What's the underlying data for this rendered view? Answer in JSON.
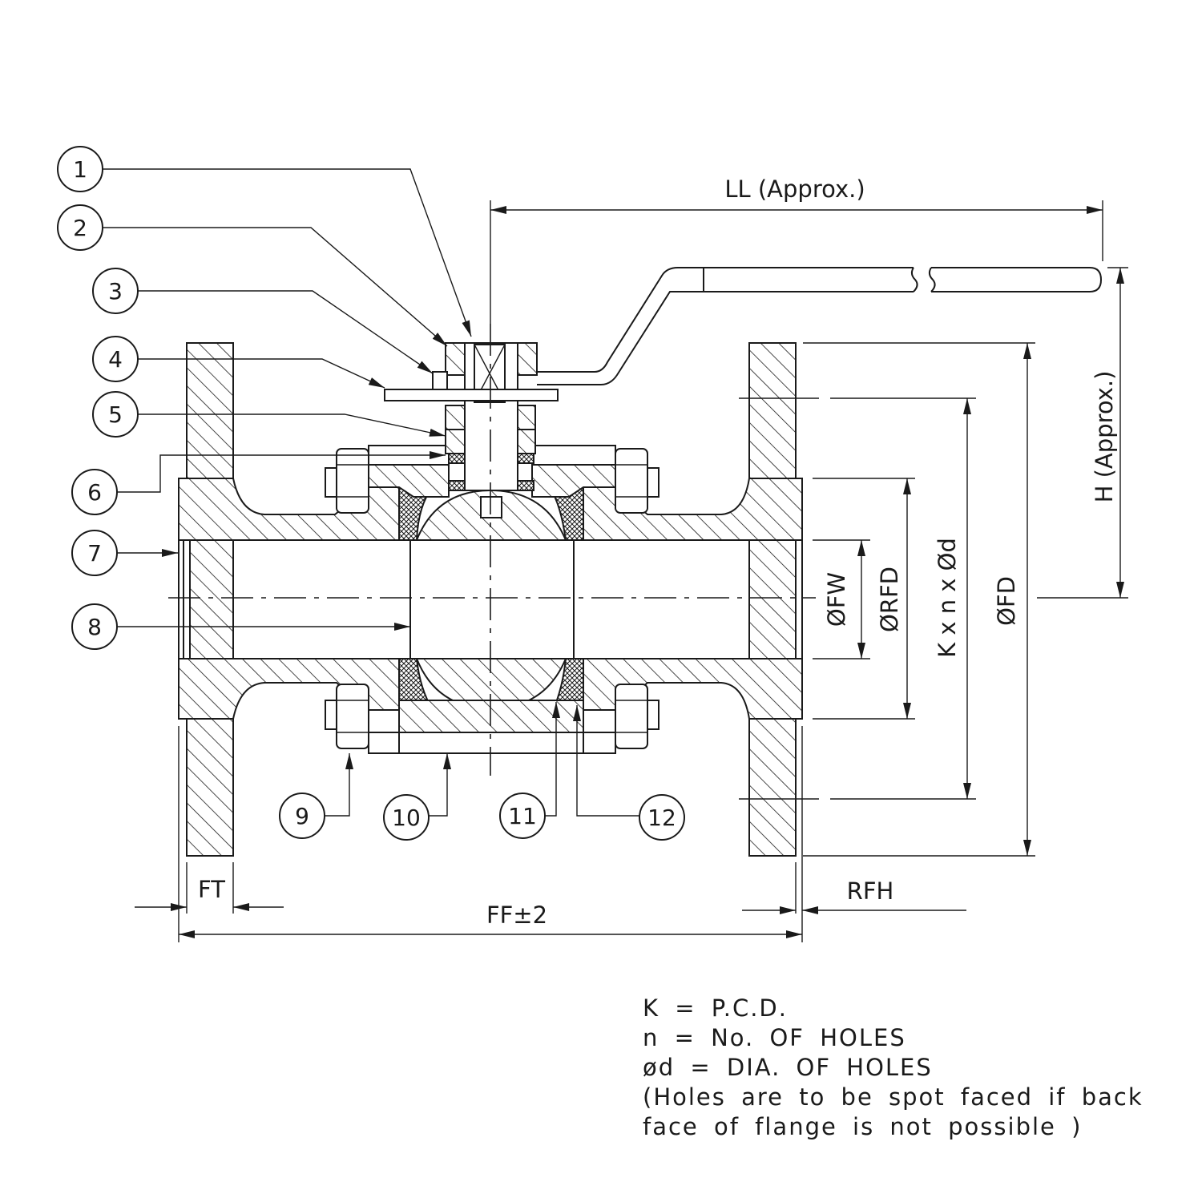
{
  "balloons": [
    "1",
    "2",
    "3",
    "4",
    "5",
    "6",
    "7",
    "8",
    "9",
    "10",
    "11",
    "12"
  ],
  "dimensions": {
    "ll": "LL (Approx.)",
    "h": "H (Approx.)",
    "fw": "ØFW",
    "rfd": "ØRFD",
    "kxnxd": "K x n x Ød",
    "fd": "ØFD",
    "ft": "FT",
    "rfh": "RFH",
    "ff": "FF±2"
  },
  "notes": [
    "K  =  P.C.D.",
    "n  =  No.  OF  HOLES",
    "ød  =  DIA.  OF  HOLES",
    "(Holes  are  to  be  spot  faced  if  back",
    "face  of  flange  is  not  possible  )"
  ]
}
